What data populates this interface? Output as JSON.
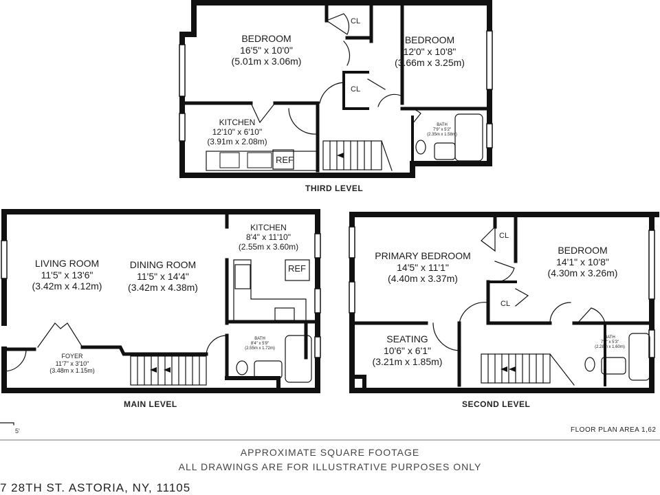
{
  "levels": {
    "third": {
      "label": "THIRD LEVEL",
      "rooms": [
        {
          "name": "BEDROOM",
          "dims_ft": "16'5\" x 10'0\"",
          "dims_m": "(5.01m x 3.06m)"
        },
        {
          "name": "BEDROOM",
          "dims_ft": "12'0\" x 10'8\"",
          "dims_m": "(3.66m x 3.25m)"
        },
        {
          "name": "KITCHEN",
          "dims_ft": "12'10\" x 6'10\"",
          "dims_m": "(3.91m x 2.08m)"
        },
        {
          "name": "BATH",
          "dims_ft": "7'9\" x 5'2\"",
          "dims_m": "(2.35m x 1.58m)"
        }
      ],
      "closets": [
        "CL",
        "CL"
      ],
      "appliance": "REF"
    },
    "main": {
      "label": "MAIN LEVEL",
      "rooms": [
        {
          "name": "LIVING ROOM",
          "dims_ft": "11'5\" x 13'6\"",
          "dims_m": "(3.42m x 4.12m)"
        },
        {
          "name": "DINING ROOM",
          "dims_ft": "11'5\" x 14'4\"",
          "dims_m": "(3.42m x 4.38m)"
        },
        {
          "name": "KITCHEN",
          "dims_ft": "8'4\" x 11'10\"",
          "dims_m": "(2.55m x 3.60m)"
        },
        {
          "name": "FOYER",
          "dims_ft": "11'7\" x 3'10\"",
          "dims_m": "(3.48m x 1.15m)"
        },
        {
          "name": "BATH",
          "dims_ft": "8'4\" x 5'9\"",
          "dims_m": "(2.55m x 1.72m)"
        }
      ],
      "appliance": "REF"
    },
    "second": {
      "label": "SECOND LEVEL",
      "rooms": [
        {
          "name": "PRIMARY BEDROOM",
          "dims_ft": "14'5\" x 11'1\"",
          "dims_m": "(4.40m x 3.37m)"
        },
        {
          "name": "BEDROOM",
          "dims_ft": "14'1\" x 10'8\"",
          "dims_m": "(4.30m x 3.26m)"
        },
        {
          "name": "SEATING",
          "dims_ft": "10'6\" x 6'1\"",
          "dims_m": "(3.21m x 1.85m)"
        },
        {
          "name": "BATH",
          "dims_ft": "7'6\" x 5'3\"",
          "dims_m": "(2.28m x 1.60m)"
        }
      ],
      "closets": [
        "CL",
        "CL"
      ]
    }
  },
  "scale_label": "5'",
  "floor_plan_area": "FLOOR PLAN AREA 1,62",
  "footer": {
    "line1": "APPROXIMATE SQUARE FOOTAGE",
    "line2": "ALL DRAWINGS ARE FOR ILLUSTRATIVE PURPOSES ONLY",
    "address": "7 28TH ST. ASTORIA, NY, 11105"
  }
}
